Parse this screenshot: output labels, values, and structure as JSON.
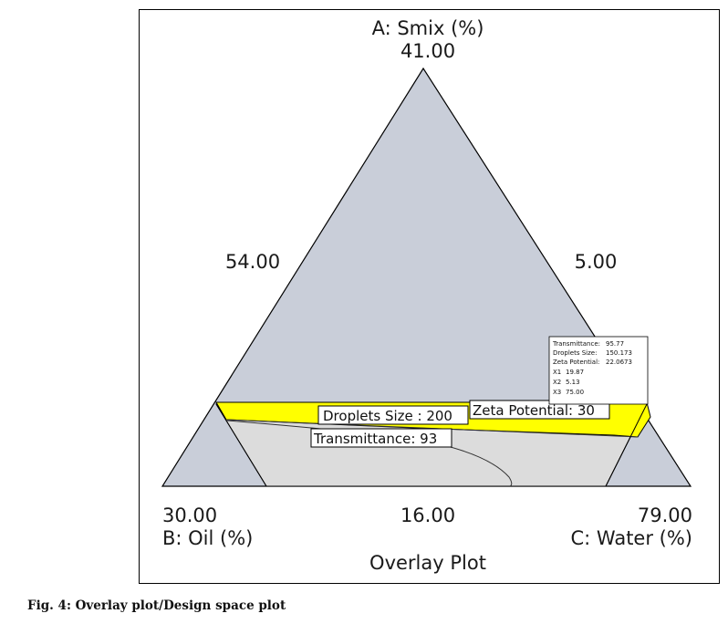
{
  "chart_data": {
    "type": "ternary-overlay",
    "title": "Overlay Plot",
    "axes": [
      {
        "name": "A: Smix (%)",
        "apex_value": "41.00"
      },
      {
        "name": "B: Oil (%)",
        "apex_value": "30.00"
      },
      {
        "name": "C: Water (%)",
        "apex_value": "79.00"
      }
    ],
    "edge_values": {
      "left": "54.00",
      "right": "5.00",
      "bottom": "16.00"
    },
    "contours": [
      {
        "label": "Droplets Size : 200",
        "response": "Droplets Size",
        "value": 200
      },
      {
        "label": "Zeta Potential: 30",
        "response": "Zeta Potential",
        "value": 30
      },
      {
        "label": "Transmittance: 93",
        "response": "Transmittance",
        "value": 93
      }
    ],
    "flag_point": {
      "lines": [
        {
          "label": "Transmittance:",
          "value": "95.77"
        },
        {
          "label": "Droplets Size:",
          "value": "150.173"
        },
        {
          "label": "Zeta Potential:",
          "value": "22.0673"
        },
        {
          "label": "X1",
          "value": "19.87"
        },
        {
          "label": "X2",
          "value": "5.13"
        },
        {
          "label": "X3",
          "value": "75.00"
        }
      ]
    },
    "colors": {
      "infeasible": "#c9ced9",
      "design_space": "#ffff00",
      "feasible_region": "#dcdcdc",
      "outline": "#000000"
    }
  },
  "caption": "Fig. 4: Overlay plot/Design space plot"
}
